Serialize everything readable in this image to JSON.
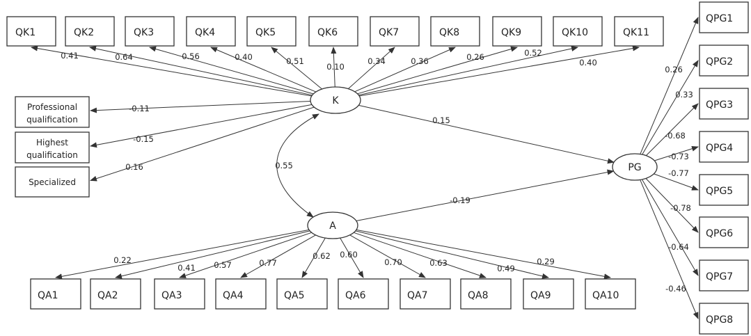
{
  "latent": {
    "K": "K",
    "A": "A",
    "PG": "PG"
  },
  "qk": {
    "labels": [
      "QK1",
      "QK2",
      "QK3",
      "QK4",
      "QK5",
      "QK6",
      "QK7",
      "QK8",
      "QK9",
      "QK10",
      "QK11"
    ],
    "loadings": [
      "0.41",
      "0.64",
      "0.56",
      "0.40",
      "0.51",
      "0.10",
      "0.34",
      "0.36",
      "0.26",
      "0.52",
      "0.40"
    ]
  },
  "qa": {
    "labels": [
      "QA1",
      "QA2",
      "QA3",
      "QA4",
      "QA5",
      "QA6",
      "QA7",
      "QA8",
      "QA9",
      "QA10"
    ],
    "loadings": [
      "0.22",
      "0.41",
      "0.57",
      "0.77",
      "0.62",
      "0.60",
      "0.70",
      "0.63",
      "0.49",
      "0.29"
    ]
  },
  "qpg": {
    "labels": [
      "QPG1",
      "QPG2",
      "QPG3",
      "QPG4",
      "QPG5",
      "QPG6",
      "QPG7",
      "QPG8"
    ],
    "loadings": [
      "0.26",
      "0.33",
      "-0.68",
      "-0.73",
      "-0.77",
      "-0.78",
      "-0.64",
      "-0.46"
    ]
  },
  "covariates": [
    {
      "lines": [
        "Professional",
        "qualification"
      ],
      "coef": "-0.11"
    },
    {
      "lines": [
        "Highest",
        "qualification"
      ],
      "coef": "-0.15"
    },
    {
      "lines": [
        "Specialized"
      ],
      "coef": "0.16"
    }
  ],
  "paths": {
    "k_pg": "0.15",
    "a_pg": "-0.19",
    "k_a": "0.55"
  },
  "colors": {
    "stroke": "#333333",
    "text": "#222222"
  }
}
